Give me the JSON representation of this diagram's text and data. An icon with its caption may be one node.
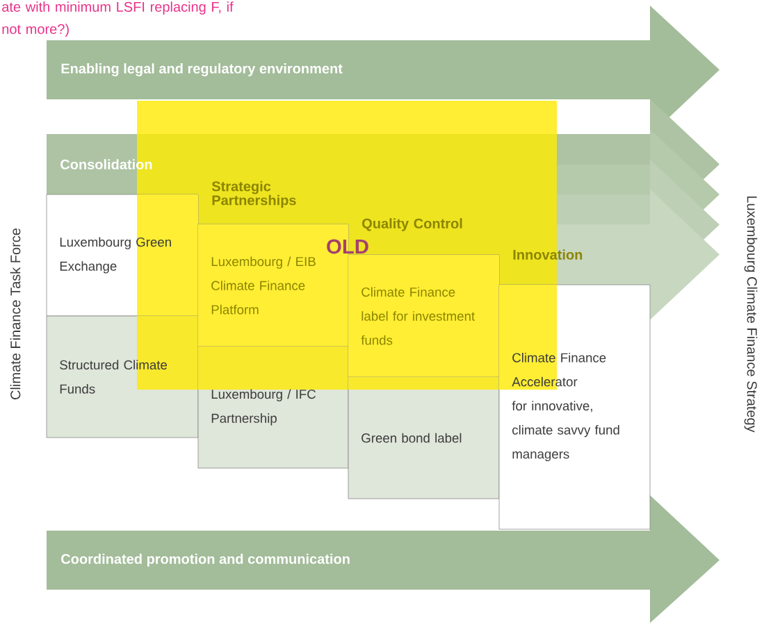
{
  "diagram": {
    "nodes": [
      {
        "text": [
          "Enabling legal and regulatory environment"
        ]
      },
      {
        "text": [
          "Consolidation"
        ]
      },
      {
        "text": [
          "Luxembourg Green Exchange"
        ]
      },
      {
        "text": [
          "Structured Climate Funds"
        ]
      },
      {
        "text": [
          "Strategic Partnerships"
        ]
      },
      {
        "text": [
          "Luxembourg / EIB Climate Finance Platform"
        ]
      },
      {
        "text": [
          "Luxembourg / IFC Partnership"
        ]
      },
      {
        "text": [
          "Quality Control"
        ]
      },
      {
        "text": [
          "Climate Finance label for investment funds"
        ]
      },
      {
        "text": [
          "Green bond label"
        ]
      },
      {
        "text": [
          "Innovation"
        ]
      },
      {
        "text": [
          "Climate Finance Accelerator for innovative, climate savvy fund managers"
        ]
      },
      {
        "text": [
          "Coordinated promotion and communication"
        ]
      }
    ],
    "labels": [
      "ate with minimum LSFI replacing F, if not more?)",
      "OLD",
      "Climate Finance Task Force",
      "Luxembourg Climate Finance Strategy"
    ]
  }
}
